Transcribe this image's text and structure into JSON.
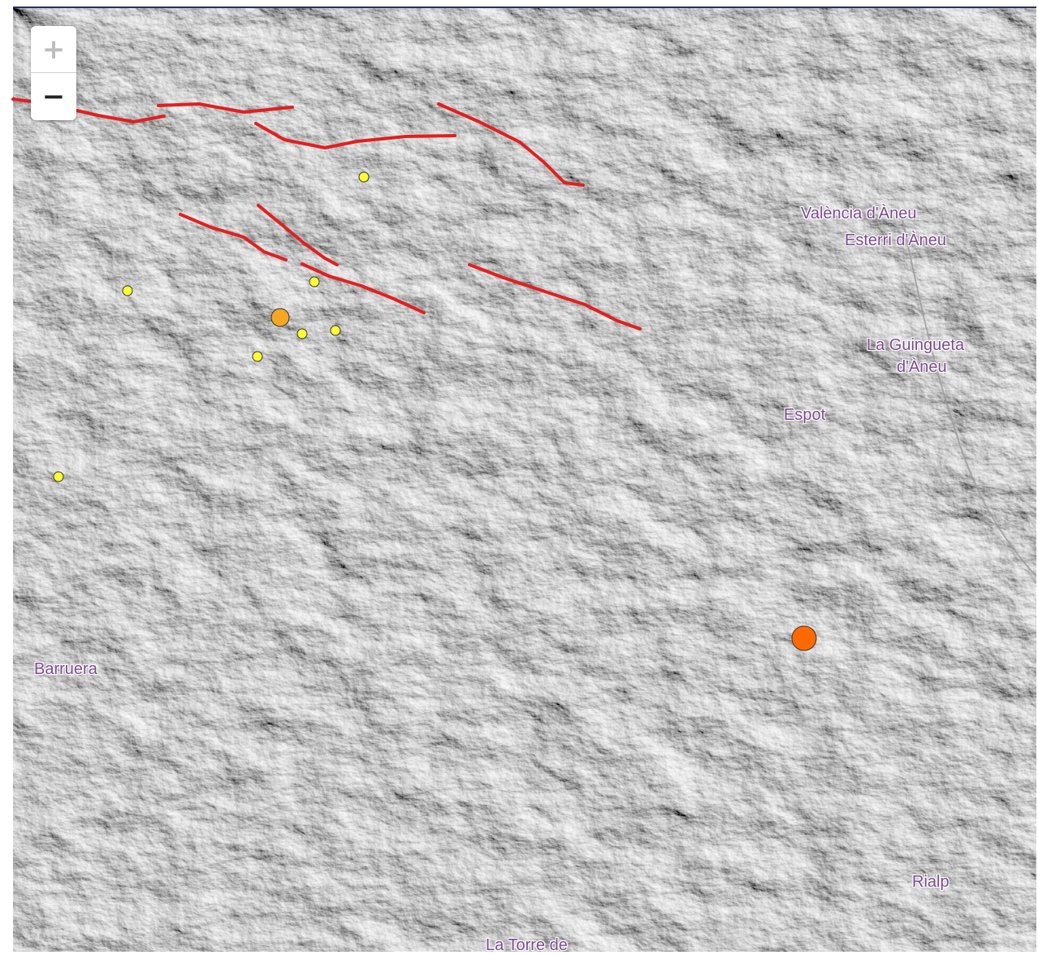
{
  "map": {
    "zoom_in_label": "+",
    "zoom_out_label": "−",
    "place_labels": {
      "valencia": "València d'Àneu",
      "esterri": "Esterri d'Àneu",
      "guingueta_1": "La Guingueta",
      "guingueta_2": "d'Àneu",
      "espot": "Espot",
      "barruera": "Barruera",
      "rialp": "Rialp",
      "torre": "La Torre de"
    },
    "colors": {
      "fault_line": "#e02020",
      "small_event": "#ffff33",
      "medium_event": "#f5a623",
      "large_event": "#ff6a00",
      "label": "#7a4a8c"
    },
    "markers": [
      {
        "id": "quake-1",
        "size": "small"
      },
      {
        "id": "quake-2",
        "size": "small"
      },
      {
        "id": "quake-3",
        "size": "small"
      },
      {
        "id": "quake-4",
        "size": "small"
      },
      {
        "id": "quake-5",
        "size": "small"
      },
      {
        "id": "quake-6",
        "size": "small"
      },
      {
        "id": "quake-7",
        "size": "small"
      },
      {
        "id": "quake-8",
        "size": "medium"
      },
      {
        "id": "quake-9",
        "size": "large"
      }
    ]
  }
}
